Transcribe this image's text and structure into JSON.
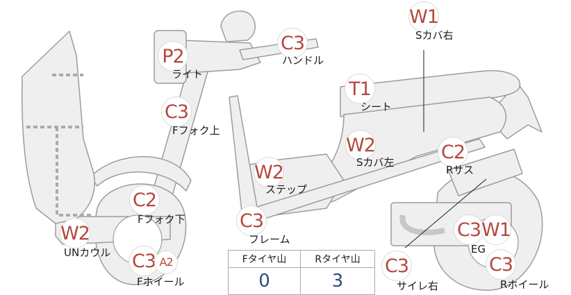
{
  "colors": {
    "part_fill": "#efefef",
    "part_stroke": "#9c9c9c",
    "code": "#b5473f",
    "value": "#2d4d83"
  },
  "markers": [
    {
      "id": "w1-scover-r",
      "code": "W1"
    },
    {
      "id": "p2-light",
      "code": "P2"
    },
    {
      "id": "c3-handle",
      "code": "C3"
    },
    {
      "id": "t1-seat",
      "code": "T1"
    },
    {
      "id": "c3-ffork-upper",
      "code": "C3"
    },
    {
      "id": "w2-scover-l",
      "code": "W2"
    },
    {
      "id": "c2-rsus",
      "code": "C2"
    },
    {
      "id": "w2-step",
      "code": "W2"
    },
    {
      "id": "c2-ffork-lower",
      "code": "C2"
    },
    {
      "id": "c3-frame",
      "code": "C3"
    },
    {
      "id": "w2-uncowl",
      "code": "W2"
    },
    {
      "id": "c3-eg",
      "code": "C3"
    },
    {
      "id": "w1-eg",
      "code": "W1"
    },
    {
      "id": "c3-fwheel",
      "code": "C3"
    },
    {
      "id": "a2-fwheel",
      "code": "A2"
    },
    {
      "id": "c3-silencer-r",
      "code": "C3"
    },
    {
      "id": "c3-rwheel",
      "code": "C3"
    }
  ],
  "labels": {
    "scover_r": "Sカバ右",
    "light": "ライト",
    "handle": "ハンドル",
    "seat": "シート",
    "ffork_upper": "Fフォク上",
    "scover_l": "Sカバ左",
    "rsus": "Rサス",
    "step": "ステップ",
    "ffork_lower": "Fフォク下",
    "frame": "フレーム",
    "uncowl": "UNカウル",
    "eg": "EG",
    "fwheel": "Fホイール",
    "silencer_r": "サイレ右",
    "rwheel": "Rホイール"
  },
  "tread": {
    "front_label": "Fタイヤ山",
    "rear_label": "Rタイヤ山",
    "front_value": "0",
    "rear_value": "3"
  }
}
